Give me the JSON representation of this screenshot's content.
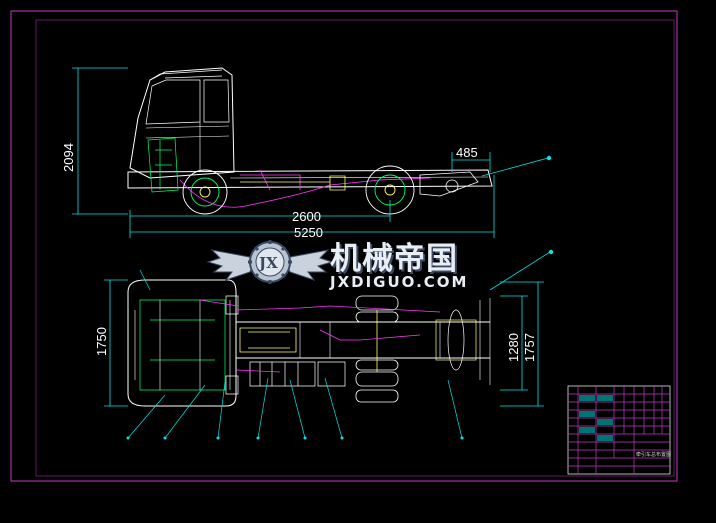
{
  "drawing": {
    "colors": {
      "background": "#000000",
      "frame": "#c33ac3",
      "outline": "#ffffff",
      "dimension": "#00e5e5",
      "piping": "#ff3cff",
      "axle": "#ffff66",
      "hidden": "#00ff66",
      "watermark": "#e9eef5",
      "watermark_shadow": "#3a4a62"
    },
    "side_view": {
      "dimensions": {
        "height": "2094",
        "rear_overhang": "485",
        "wheelbase": "2600",
        "overall_length": "5250"
      }
    },
    "top_view": {
      "dimensions": {
        "cab_width": "1750",
        "track_inner": "1280",
        "track_outer": "1757"
      }
    },
    "watermark": {
      "logo_letters": "JX",
      "title_cn": "机械帝国",
      "title_en": "JXDIGUO.COM"
    },
    "title_block": {
      "caption": "牵引车总布置图"
    }
  }
}
